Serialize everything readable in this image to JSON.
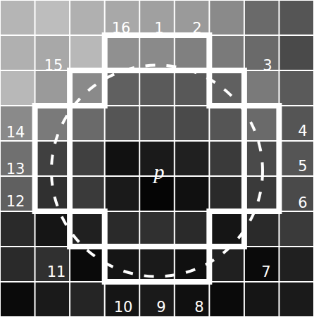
{
  "diagram": {
    "labels": [
      "16",
      "1",
      "2",
      "15",
      "3",
      "14",
      "4",
      "13",
      "p",
      "5",
      "12",
      "6",
      "11",
      "7",
      "10",
      "9",
      "8"
    ]
  }
}
